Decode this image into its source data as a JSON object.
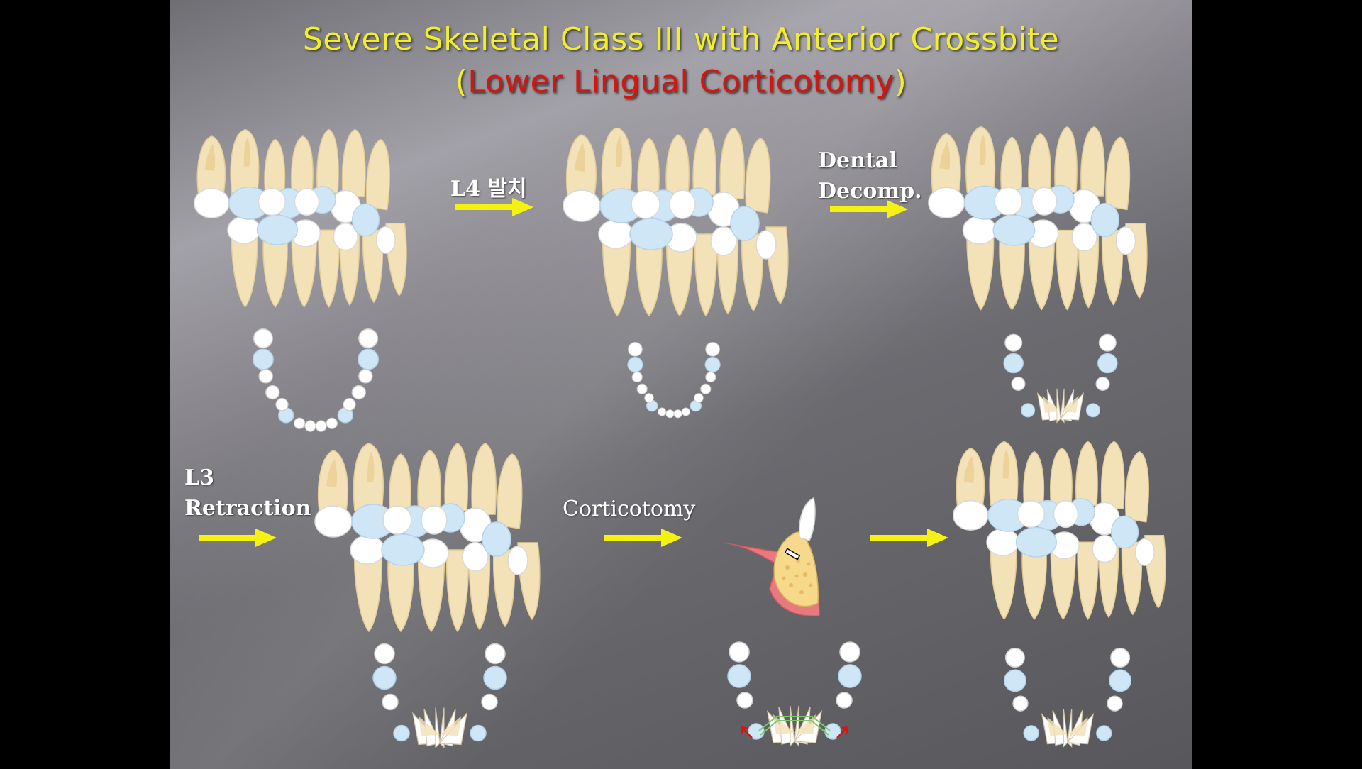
{
  "slide": {
    "title_line1": "Severe Skeletal Class III with Anterior Crossbite",
    "title_line2_open": "(",
    "title_line2_red": "Lower Lingual Corticotomy",
    "title_line2_close": ")"
  },
  "steps": {
    "step1_label": "L4 발치",
    "step2_label_line1": "Dental",
    "step2_label_line2": "Decomp.",
    "step3_label_line1": "L3",
    "step3_label_line2": "Retraction",
    "step4_label": "Corticotomy"
  },
  "colors": {
    "title_yellow": "#f2ef2a",
    "title_red": "#d8140f",
    "arrow_yellow": "#f5f212",
    "tooth_root": "#f3e1b8",
    "tooth_crown": "#ffffff",
    "tooth_highlight": "#cfe6f7",
    "gum_pink": "#e8797e"
  }
}
